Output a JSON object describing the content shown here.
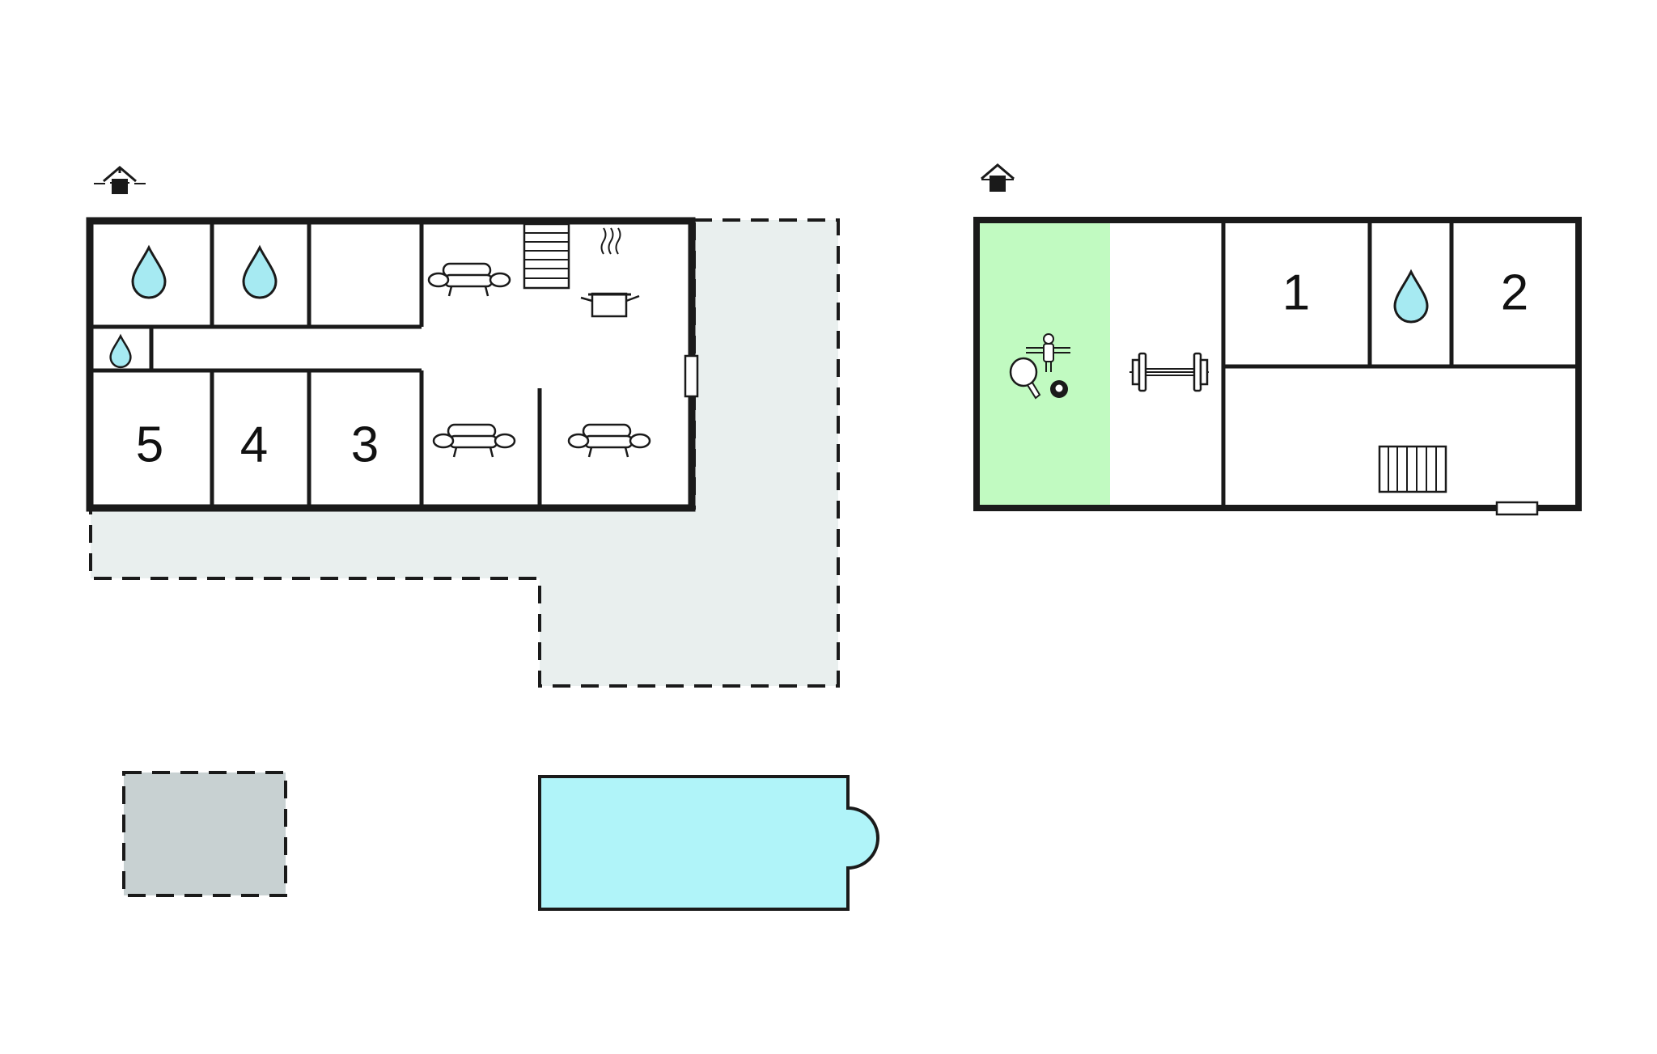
{
  "colors": {
    "wall": "#1a1a1a",
    "terrace": "#e9efee",
    "shed": "#c8d1d2",
    "pool": "#b0f4f9",
    "water_drop": "#a6eaf2",
    "game_room": "#c1fac1"
  },
  "ground_floor": {
    "rooms": [
      {
        "label": "5"
      },
      {
        "label": "4"
      },
      {
        "label": "3"
      }
    ],
    "icons": [
      "entrance-icon",
      "bathroom-drop-icon",
      "bathroom-drop-icon",
      "toilet-drop-icon",
      "sofa-icon",
      "sofa-icon",
      "sofa-icon",
      "staircase-icon",
      "cooking-pot-icon",
      "window-icon"
    ]
  },
  "upper_floor": {
    "rooms": [
      {
        "label": "1"
      },
      {
        "label": "2"
      }
    ],
    "icons": [
      "entrance-icon",
      "foosball-icon",
      "table-tennis-icon",
      "billiard-ball-icon",
      "dumbbell-icon",
      "bathroom-drop-icon",
      "staircase-icon",
      "window-icon"
    ]
  },
  "outdoor": {
    "icons": [
      "terrace-area",
      "shed-area",
      "swimming-pool"
    ]
  }
}
